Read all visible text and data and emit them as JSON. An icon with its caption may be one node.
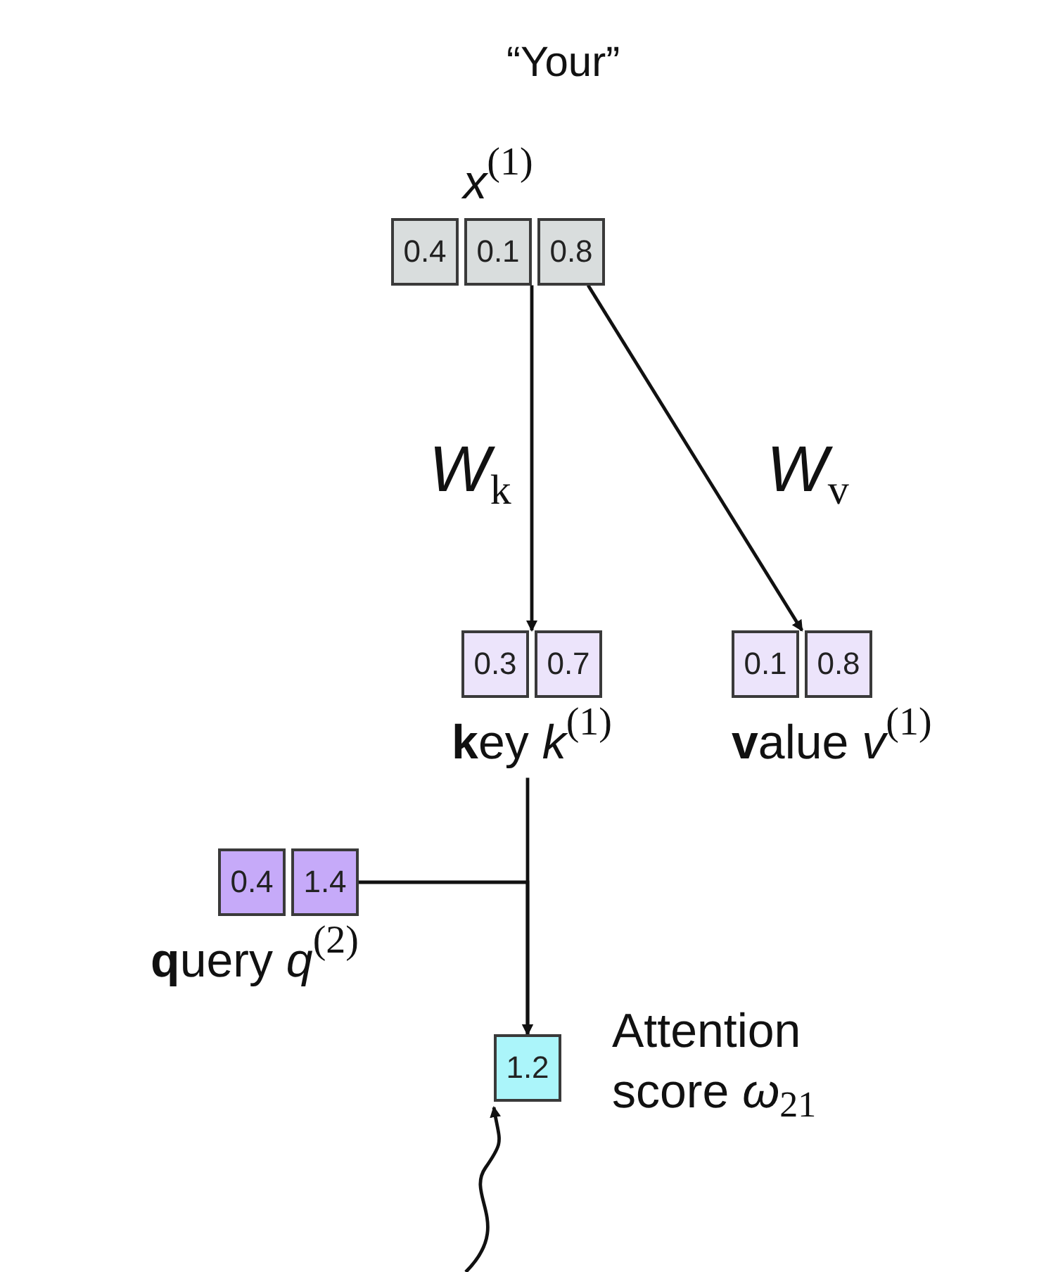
{
  "diagram": {
    "nodes": [
      {
        "text": [
          "*x*$^{(1)}$"
        ]
      },
      {
        "text": [
          "0.4"
        ],
        "in": 0
      },
      {
        "text": [
          "0.1"
        ],
        "in": 0
      },
      {
        "text": [
          "0.8"
        ],
        "in": 0
      },
      {
        "text": [
          "**k**ey *k*$^{(1)}$"
        ]
      },
      {
        "text": [
          "0.3"
        ],
        "in": 4
      },
      {
        "text": [
          "0.7"
        ],
        "in": 4
      },
      {
        "text": [
          "**v**alue *v*$^{(1)}$"
        ]
      },
      {
        "text": [
          "0.1"
        ],
        "in": 7
      },
      {
        "text": [
          "0.8"
        ],
        "in": 7
      },
      {
        "text": [
          "**q**uery *q*$^{(2)}$"
        ]
      },
      {
        "text": [
          "0.4"
        ],
        "in": 10
      },
      {
        "text": [
          "1.4"
        ],
        "in": 10
      },
      {
        "text": [
          "1.2"
        ],
        "beside": [
          "Attention score *ω*$_{21}$"
        ]
      }
    ],
    "edges": [
      {
        "from": 0,
        "to": 4,
        "arrow": "to",
        "label": "*W*$_{k}$"
      },
      {
        "from": 0,
        "to": 7,
        "arrow": "to",
        "label": "*W*$_{v}$"
      },
      {
        "from": 4,
        "to": 13,
        "arrow": "to"
      },
      {
        "from": 10,
        "to": 13,
        "arrow": "to"
      },
      {
        "from": null,
        "to": 13,
        "arrow": "to"
      }
    ],
    "labels": [
      "“Your”"
    ]
  }
}
